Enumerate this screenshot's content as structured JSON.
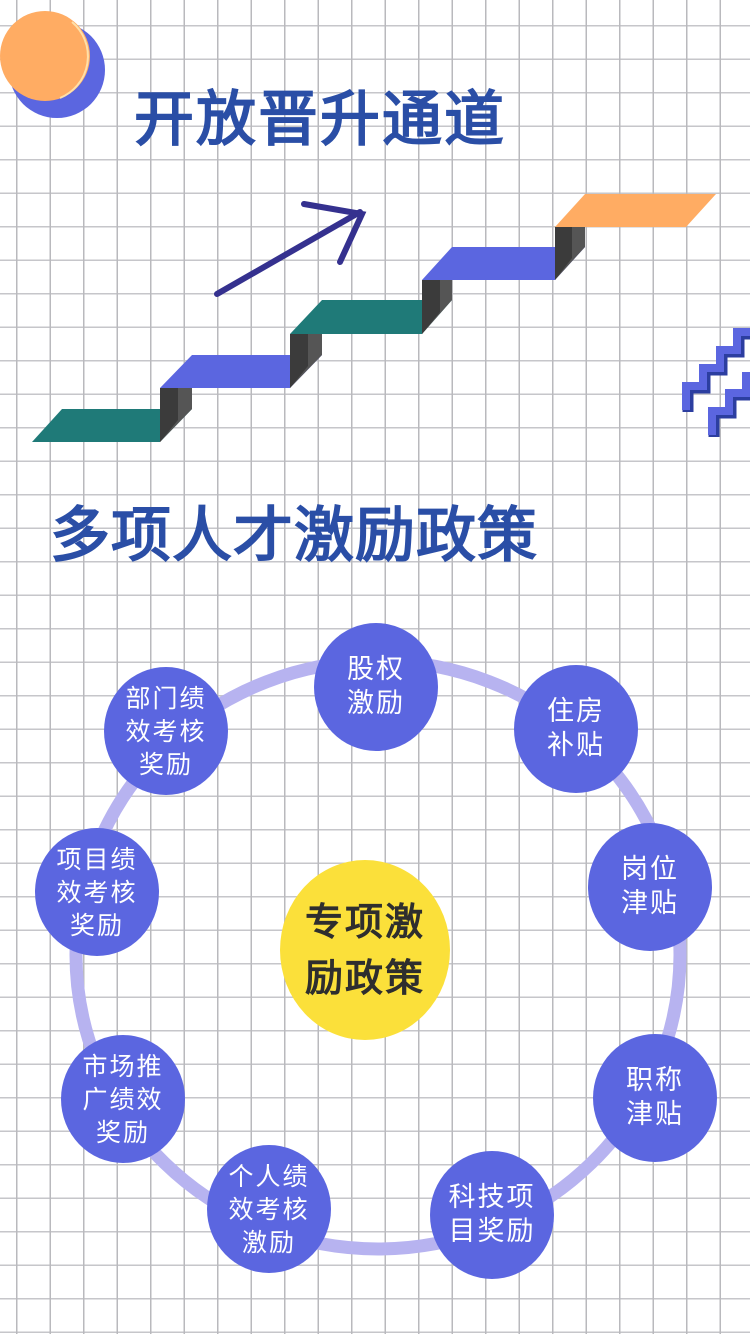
{
  "headings": {
    "section1_title": "开放晋升通道",
    "section2_title": "多项人才激励政策"
  },
  "colors": {
    "title_blue": "#2a4ea6",
    "node_blue": "#5b66e0",
    "ring_lavender": "#b7b3f0",
    "center_yellow": "#fbe03a",
    "step_teal": "#1f7a78",
    "step_orange": "#ffac63",
    "step_riser_gray": "#555555",
    "arrow_navy": "#35318f"
  },
  "diagram": {
    "center": "专项激\n励政策",
    "nodes": [
      {
        "id": "equity",
        "label": "股权\n激励"
      },
      {
        "id": "housing",
        "label": "住房\n补贴"
      },
      {
        "id": "post",
        "label": "岗位\n津贴"
      },
      {
        "id": "title",
        "label": "职称\n津贴"
      },
      {
        "id": "tech",
        "label": "科技项\n目奖励"
      },
      {
        "id": "personal",
        "label": "个人绩\n效考核\n激励"
      },
      {
        "id": "marketing",
        "label": "市场推\n广绩效\n奖励"
      },
      {
        "id": "project",
        "label": "项目绩\n效考核\n奖励"
      },
      {
        "id": "department",
        "label": "部门绩\n效考核\n奖励"
      }
    ]
  },
  "decorations": {
    "top_left": "orange-blue-circles-icon",
    "stairs": "staircase-icon",
    "arrow": "up-right-arrow-icon",
    "right_edge": "zigzag-icon"
  }
}
